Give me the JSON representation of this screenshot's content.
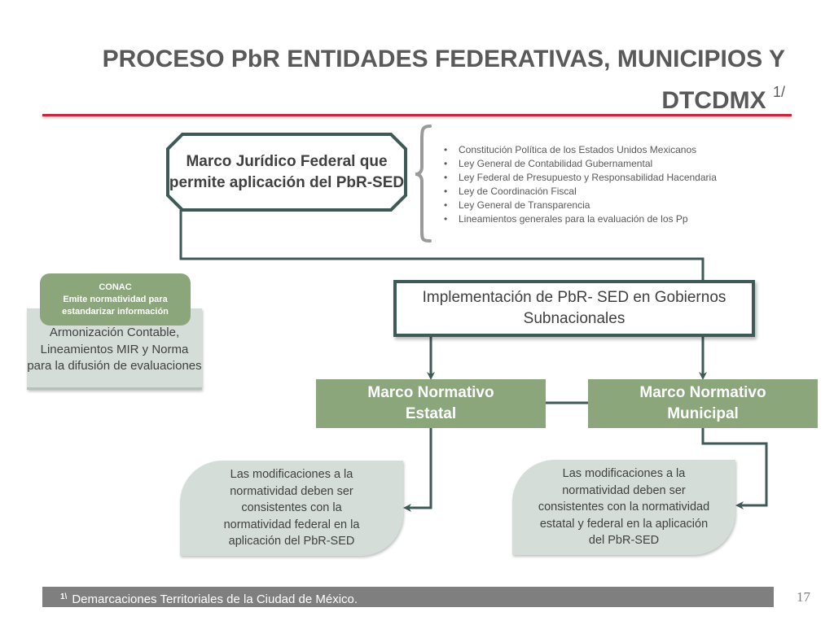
{
  "title": {
    "text": "PROCESO PbR ENTIDADES FEDERATIVAS, MUNICIPIOS Y DTCDMX",
    "superscript": "1/"
  },
  "legal_framework": {
    "text": "Marco Jurídico Federal que permite aplicación del PbR-SED"
  },
  "laws": [
    "Constitución Política de los Estados Unidos Mexicanos",
    "Ley General de Contabilidad Gubernamental",
    "Ley Federal de Presupuesto y Responsabilidad Hacendaria",
    "Ley de Coordinación Fiscal",
    "Ley General de Transparencia",
    "Lineamientos generales para la evaluación de los Pp"
  ],
  "conac": {
    "name": "CONAC",
    "desc": "Emite normatividad para estandarizar información"
  },
  "harmonization": {
    "text": "Armonización Contable, Lineamientos MIR y Norma para la difusión de evaluaciones"
  },
  "implementation": {
    "text": "Implementación de PbR- SED en Gobiernos Subnacionales"
  },
  "state_framework": {
    "text": "Marco Normativo Estatal"
  },
  "municipal_framework": {
    "text": "Marco Normativo Municipal"
  },
  "state_note": {
    "text": "Las modificaciones a la normatividad deben ser consistentes con la normatividad federal en la aplicación del PbR-SED"
  },
  "municipal_note": {
    "text": "Las modificaciones a la normatividad deben ser consistentes con la normatividad estatal y federal en la aplicación del PbR-SED"
  },
  "footnote": {
    "marker": "1\\",
    "text": "Demarcaciones Territoriales de la Ciudad de México."
  },
  "page_number": "17",
  "colors": {
    "accent_rule": "#c8283f",
    "green_box": "#8aa67a",
    "outline": "#3e5a56",
    "light_box": "#d5ddd9",
    "text": "#595959"
  }
}
